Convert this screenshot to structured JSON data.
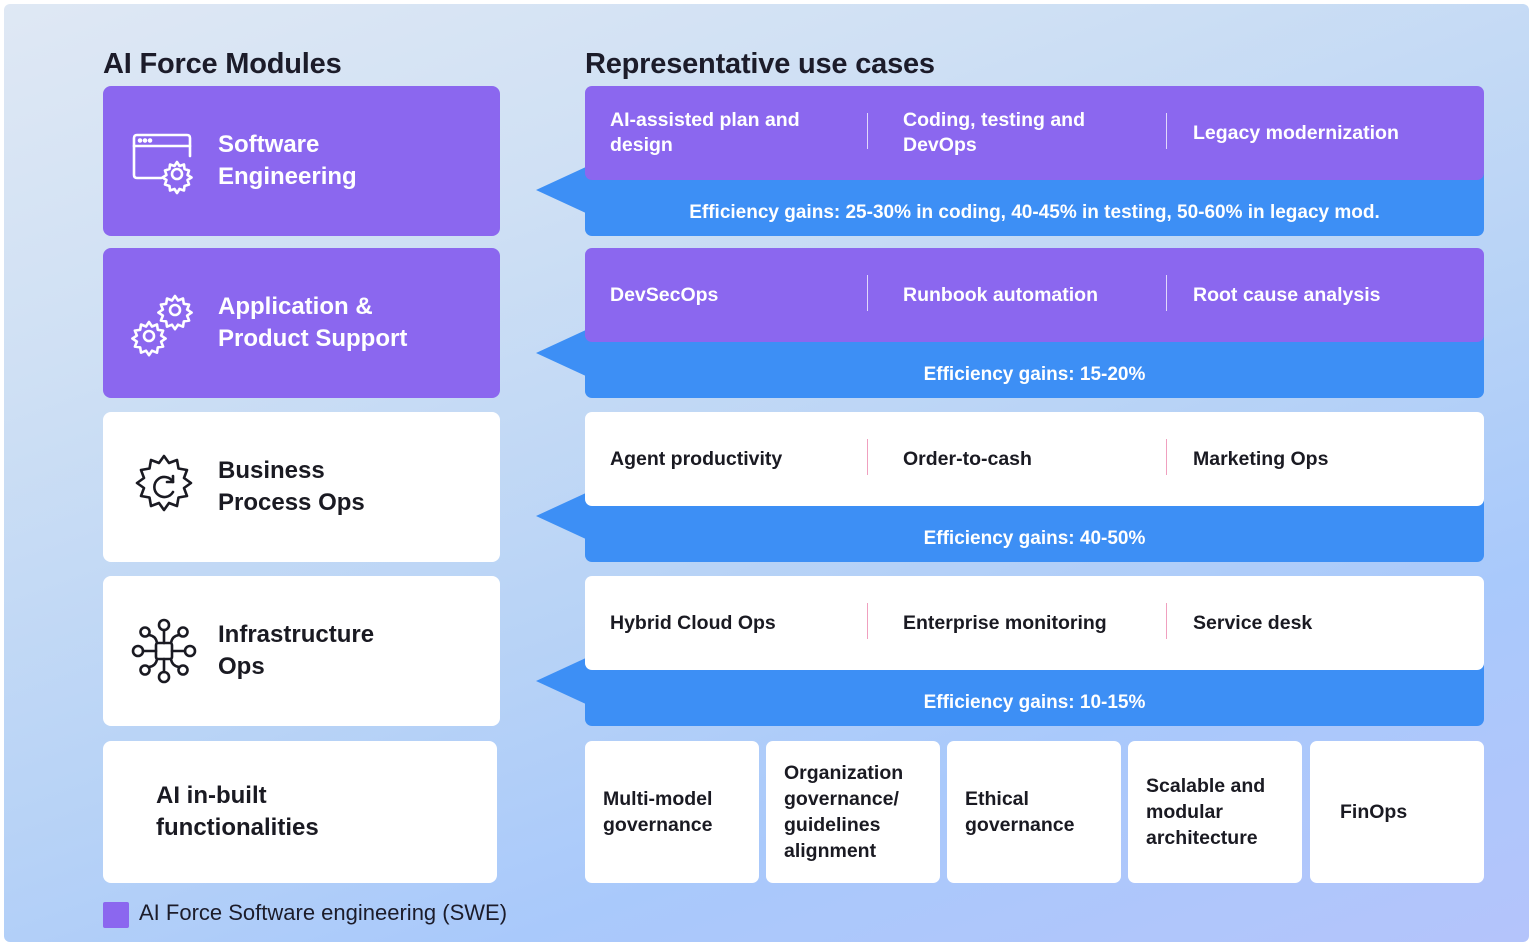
{
  "headings": {
    "modules": "AI Force Modules",
    "use_cases": "Representative use cases"
  },
  "modules": [
    {
      "label": "Software\nEngineering",
      "icon": "window-gear-icon",
      "highlighted": true
    },
    {
      "label": "Application &\nProduct Support",
      "icon": "gears-icon",
      "highlighted": true
    },
    {
      "label": "Business\nProcess Ops",
      "icon": "gear-refresh-icon",
      "highlighted": false
    },
    {
      "label": "Infrastructure\nOps",
      "icon": "network-nodes-icon",
      "highlighted": false
    }
  ],
  "use_cases": [
    {
      "items": [
        "AI-assisted plan and design",
        "Coding, testing and DevOps",
        "Legacy modernization"
      ],
      "efficiency": "Efficiency gains: 25-30% in coding, 40-45% in testing, 50-60% in legacy mod."
    },
    {
      "items": [
        "DevSecOps",
        "Runbook automation",
        "Root cause analysis"
      ],
      "efficiency": "Efficiency gains: 15-20%"
    },
    {
      "items": [
        "Agent productivity",
        "Order-to-cash",
        "Marketing Ops"
      ],
      "efficiency": "Efficiency gains: 40-50%"
    },
    {
      "items": [
        "Hybrid Cloud Ops",
        "Enterprise monitoring",
        "Service desk"
      ],
      "efficiency": "Efficiency gains: 10-15%"
    }
  ],
  "built_in": {
    "label": "AI in-built\nfunctionalities",
    "features": [
      "Multi-model governance",
      "Organization governance/ guidelines alignment",
      "Ethical governance",
      "Scalable and modular architecture",
      "FinOps"
    ]
  },
  "legend": {
    "label": "AI Force Software engineering (SWE)",
    "color": "#8b67ef"
  },
  "colors": {
    "purple": "#8b67ef",
    "blue": "#3d8ff5",
    "separator_light": "#f0a0bf"
  }
}
